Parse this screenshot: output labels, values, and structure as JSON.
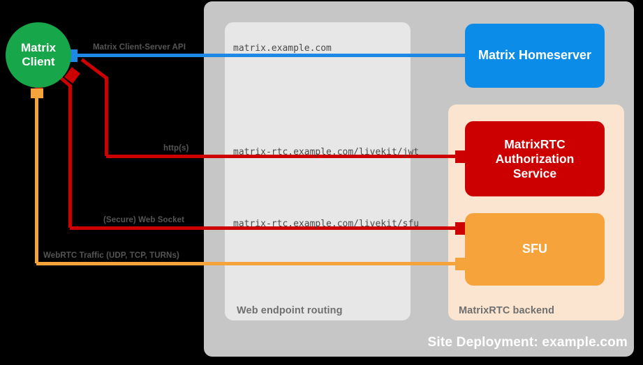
{
  "diagram": {
    "title": "Site Deployment: example.com"
  },
  "nodes": {
    "client": {
      "line1": "Matrix",
      "line2": "Client",
      "color": "#17a64a"
    },
    "homeserver": {
      "label": "Matrix Homeserver",
      "color": "#0c8ce9"
    },
    "auth_service": {
      "line1": "MatrixRTC",
      "line2": "Authorization",
      "line3": "Service",
      "color": "#cc0000"
    },
    "sfu": {
      "label": "SFU",
      "color": "#f6a33c"
    }
  },
  "panels": {
    "site": {
      "label": "Site Deployment: example.com",
      "color": "#c6c6c6"
    },
    "web_routing": {
      "label": "Web endpoint routing",
      "color": "#e7e7e7"
    },
    "rtc_backend": {
      "label": "MatrixRTC backend",
      "color": "#fbe5d0"
    }
  },
  "connections": [
    {
      "name": "matrix-client-server-api",
      "label": "Matrix Client-Server API",
      "endpoint": "matrix.example.com",
      "color": "#1e88e5",
      "from": "homeserver",
      "to": "client"
    },
    {
      "name": "https-jwt",
      "label": "http(s)",
      "endpoint": "matrix-rtc.example.com/livekit/jwt",
      "color": "#cc0000",
      "from": "client",
      "to": "auth_service"
    },
    {
      "name": "secure-web-socket",
      "label": "(Secure) Web Socket",
      "endpoint": "matrix-rtc.example.com/livekit/sfu",
      "color": "#cc0000",
      "from": "client",
      "to": "sfu"
    },
    {
      "name": "webrtc-traffic",
      "label": "WebRTC Traffic (UDP, TCP, TURNs)",
      "endpoint": "",
      "color": "#f5a43c",
      "from": "client",
      "to": "sfu"
    }
  ]
}
